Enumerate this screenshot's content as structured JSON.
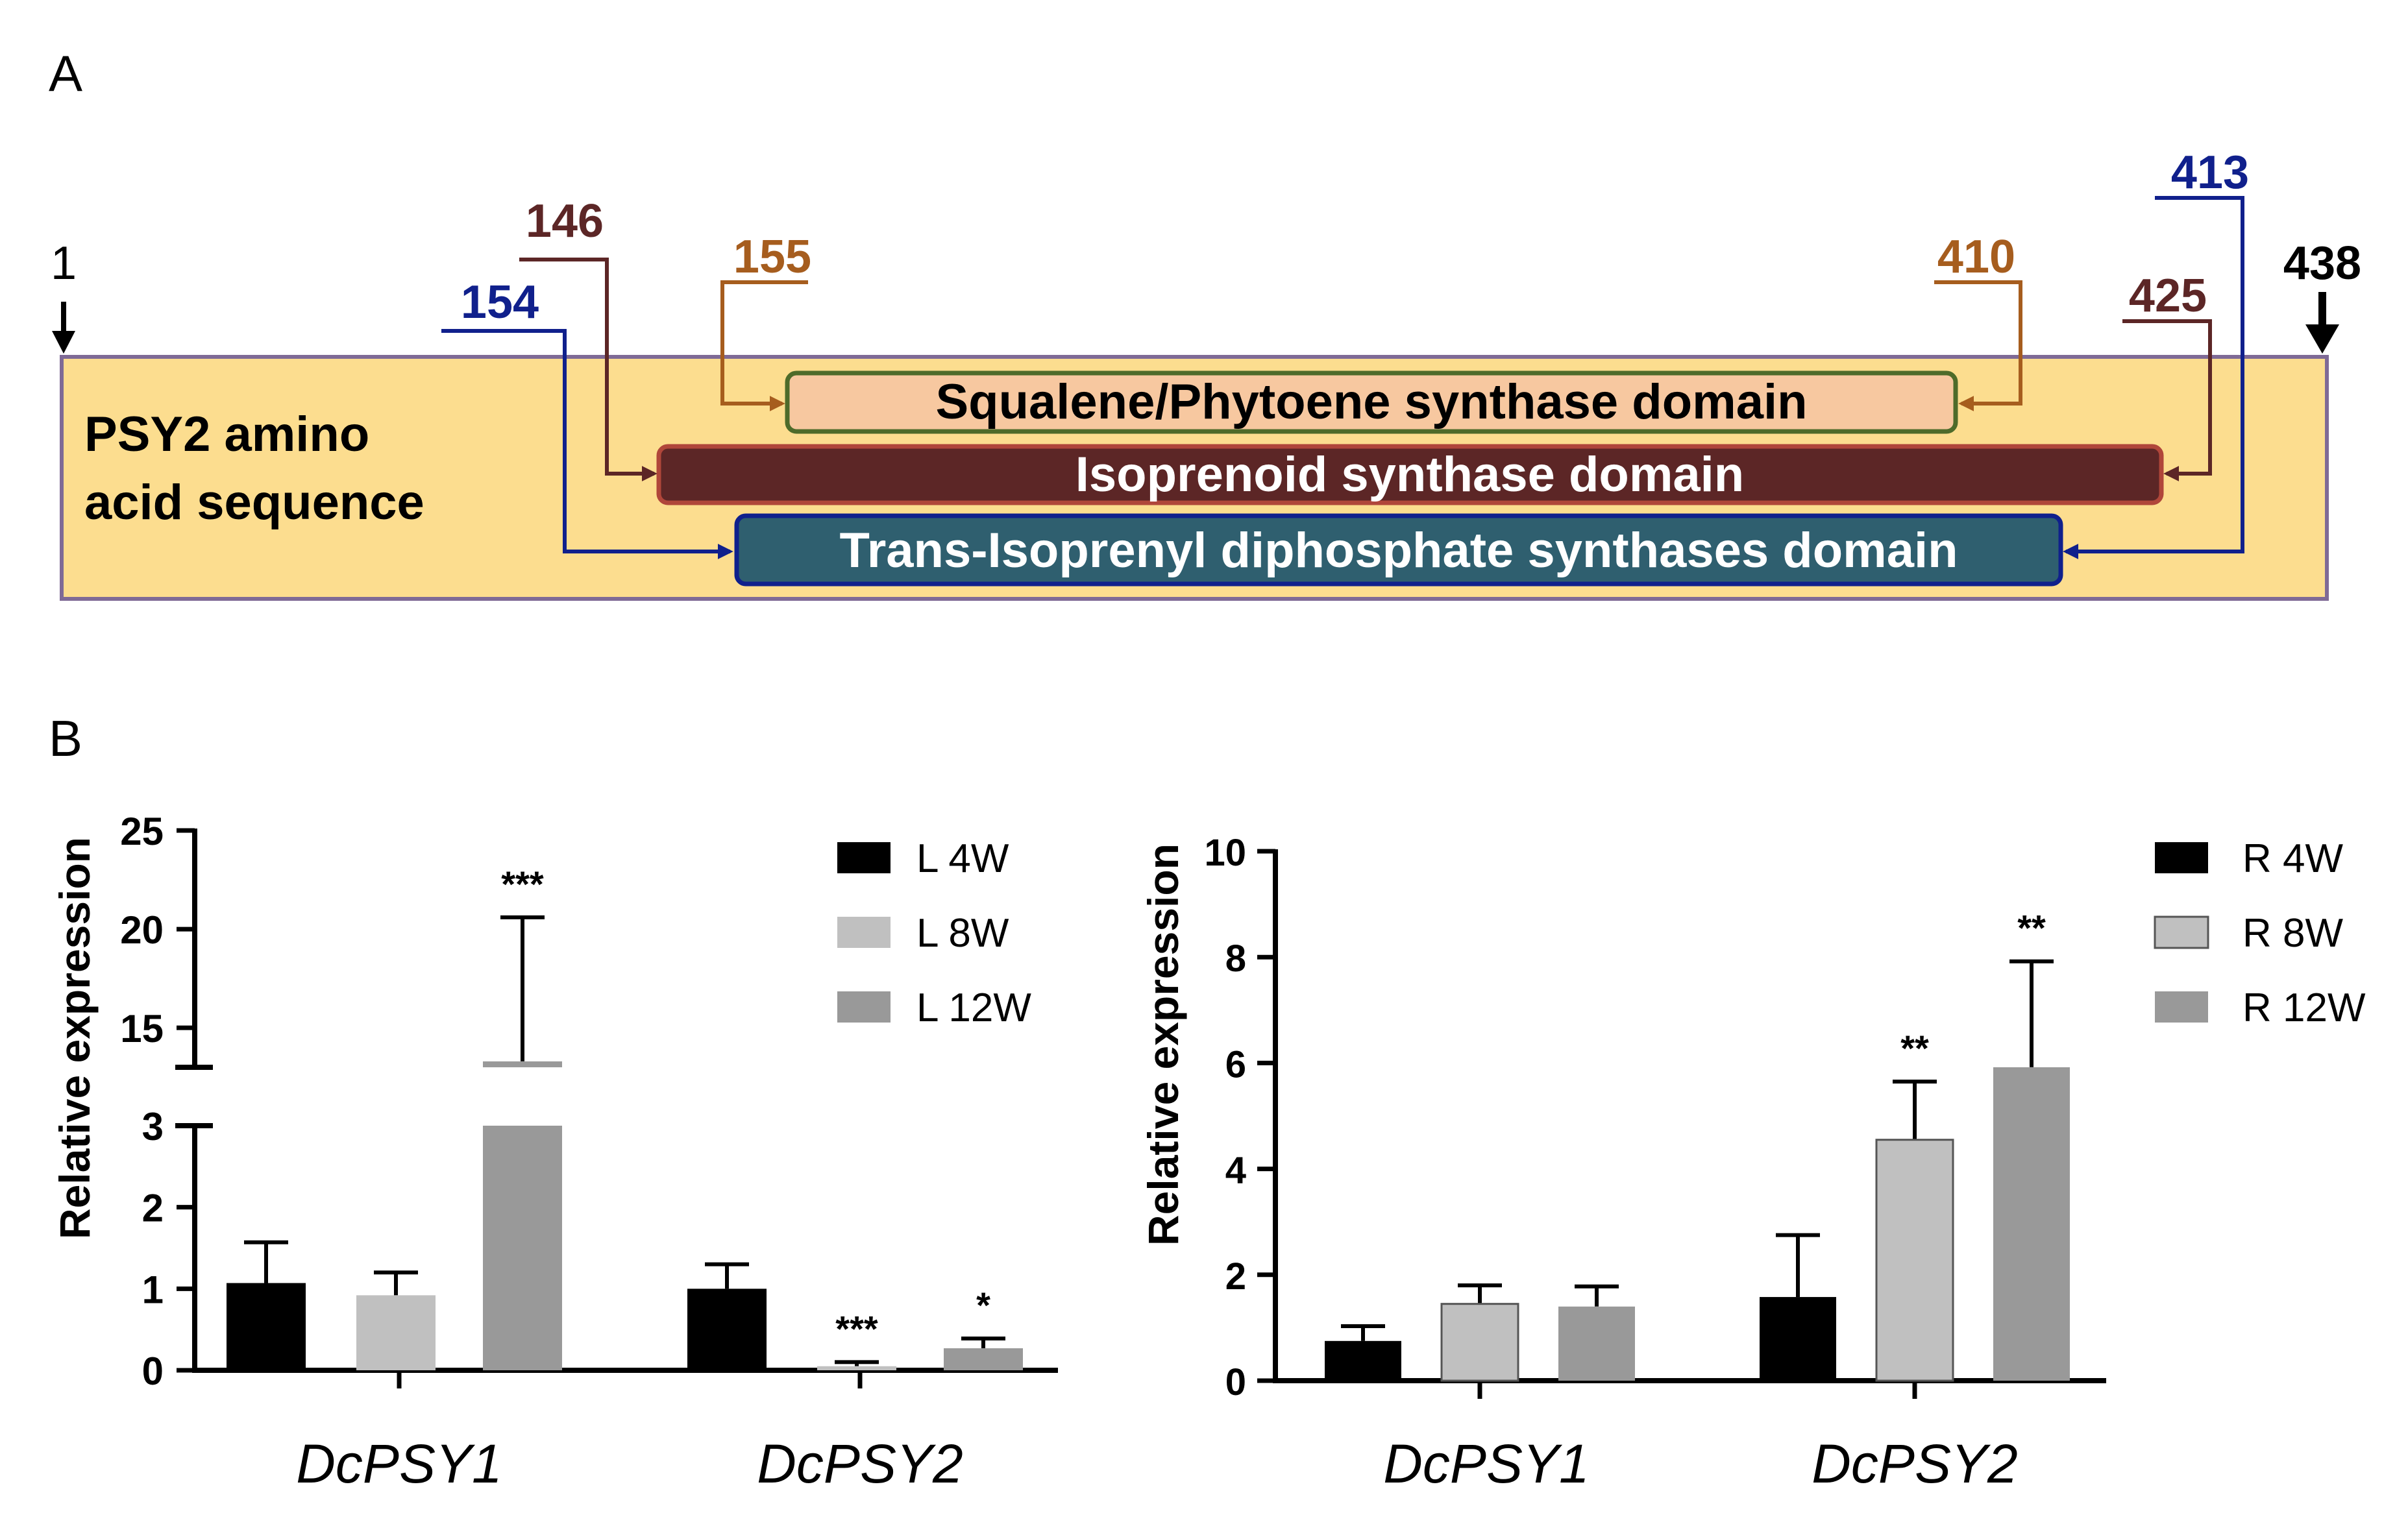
{
  "panel_a": {
    "label": "A",
    "sequence_label_line1": "PSY2 amino",
    "sequence_label_line2": "acid sequence",
    "start_pos": "1",
    "end_pos": "438",
    "domains": [
      {
        "name": "Squalene/Phytoene synthase domain",
        "start": "155",
        "end": "410"
      },
      {
        "name": "Isoprenoid synthase domain",
        "start": "146",
        "end": "425"
      },
      {
        "name": "Trans-Isoprenyl diphosphate synthases domain",
        "start": "154",
        "end": "413"
      }
    ],
    "colors": {
      "sequence_fill": "#fcdd8f",
      "sequence_border": "#7f6a96",
      "squalene_fill": "#f7c8a0",
      "squalene_border": "#4e6b2a",
      "squalene_arrow": "#a65d1e",
      "isoprenoid_fill": "#5c2626",
      "isoprenoid_border": "#b0463a",
      "isoprenoid_arrow": "#5c2626",
      "trans_fill": "#2f5f6f",
      "trans_border": "#10208c",
      "trans_arrow": "#10208c"
    }
  },
  "panel_b": {
    "label": "B",
    "colors": {
      "w4": "#000000",
      "w8": "#c0c0c0",
      "w12": "#999999"
    }
  },
  "chart_data": [
    {
      "type": "bar",
      "ylabel": "Relative expression",
      "categories": [
        "DcPSY1",
        "DcPSY2"
      ],
      "series": [
        {
          "name": "L 4W",
          "values": [
            1.07,
            1.0
          ],
          "errors": [
            0.5,
            0.3
          ],
          "sig": [
            "",
            ""
          ]
        },
        {
          "name": "L 8W",
          "values": [
            0.92,
            0.05
          ],
          "errors": [
            0.28,
            0.05
          ],
          "sig": [
            "",
            "***"
          ]
        },
        {
          "name": "L 12W",
          "values": [
            13.3,
            0.27
          ],
          "errors": [
            7.3,
            0.12
          ],
          "sig": [
            "***",
            "*"
          ]
        }
      ],
      "y_axis_break": [
        3,
        13
      ],
      "yticks_lower": [
        "0",
        "1",
        "2",
        "3"
      ],
      "yticks_upper": [
        "15",
        "20",
        "25"
      ],
      "ylim": [
        0,
        25
      ],
      "legend_position": "top-right"
    },
    {
      "type": "bar",
      "ylabel": "Relative expression",
      "categories": [
        "DcPSY1",
        "DcPSY2"
      ],
      "series": [
        {
          "name": "R 4W",
          "values": [
            0.75,
            1.58
          ],
          "errors": [
            0.28,
            1.17
          ],
          "sig": [
            "",
            ""
          ]
        },
        {
          "name": "R 8W",
          "values": [
            1.45,
            4.55
          ],
          "errors": [
            0.35,
            1.1
          ],
          "sig": [
            "",
            "**"
          ]
        },
        {
          "name": "R 12W",
          "values": [
            1.4,
            5.92
          ],
          "errors": [
            0.38,
            2.0
          ],
          "sig": [
            "",
            "**"
          ]
        }
      ],
      "yticks": [
        "0",
        "2",
        "4",
        "6",
        "8",
        "10"
      ],
      "ylim": [
        0,
        10
      ],
      "legend_position": "top-right"
    }
  ]
}
